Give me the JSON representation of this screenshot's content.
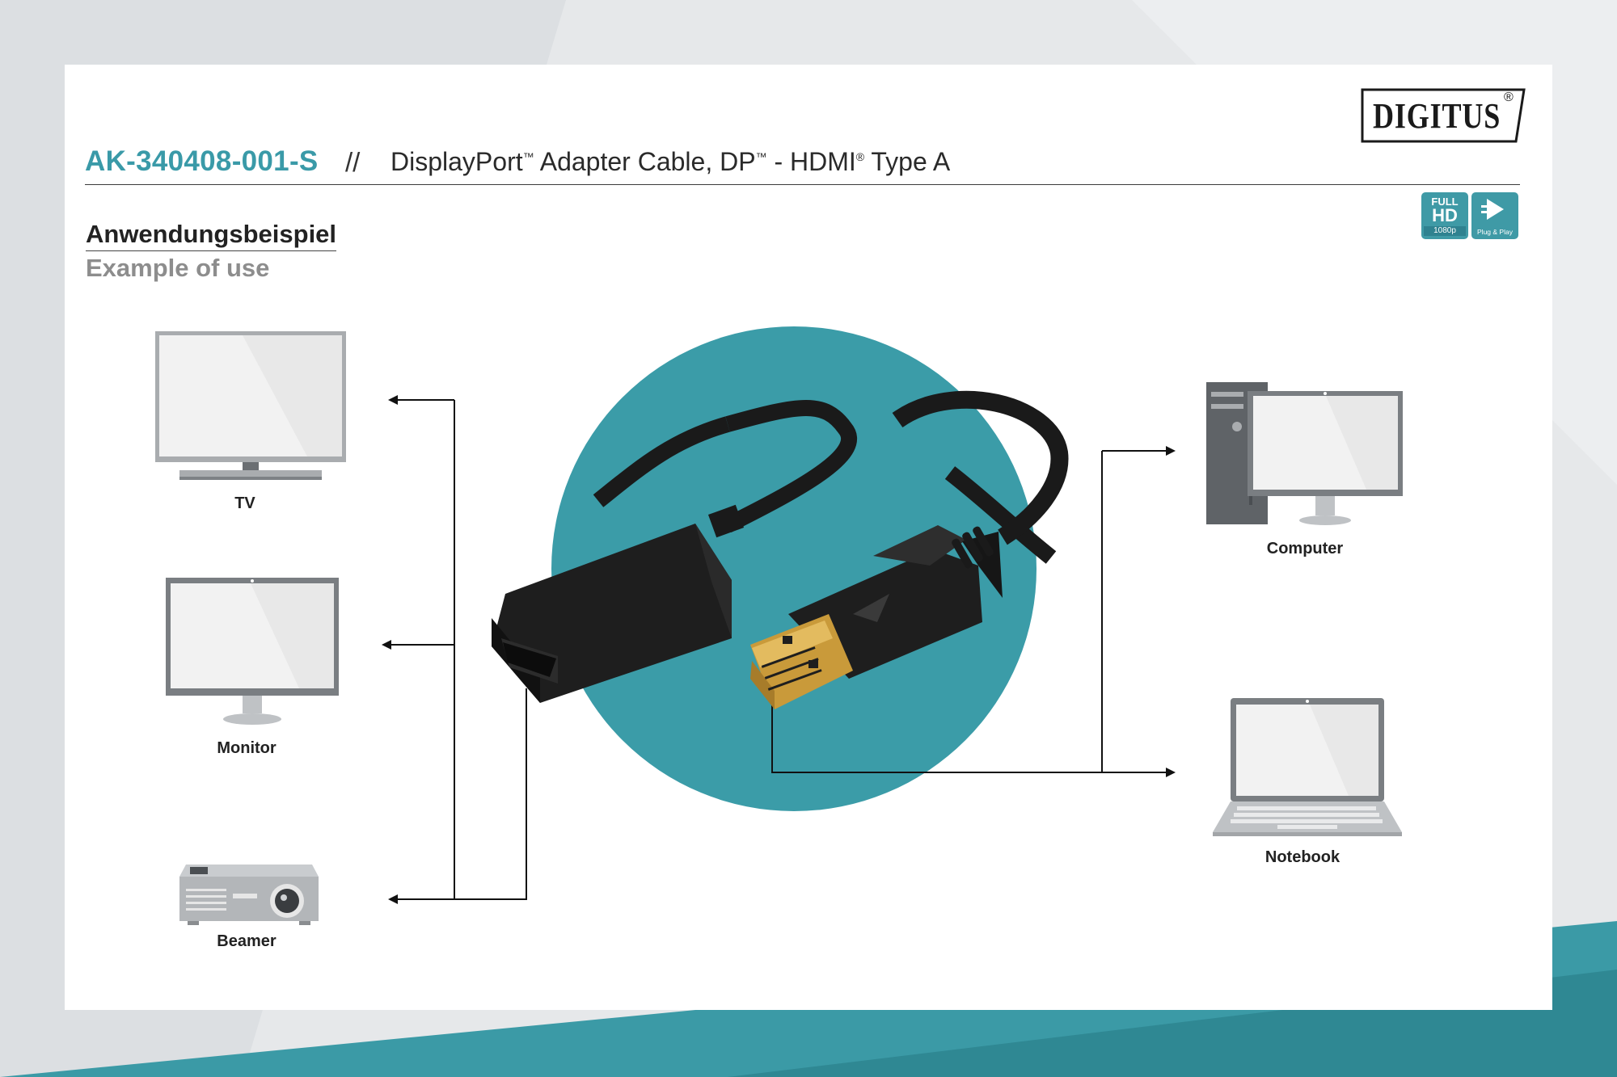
{
  "header": {
    "sku": "AK-340408-001-S",
    "separator": "//",
    "product_part1": "DisplayPort",
    "tm1": "™",
    "product_part2": " Adapter Cable, DP",
    "tm2": "™",
    "product_part3": " - HDMI",
    "reg": "®",
    "product_part4": " Type A"
  },
  "brand": {
    "name": "DIGITUS",
    "reg": "®"
  },
  "badges": {
    "fullhd": {
      "line1": "FULL",
      "line2": "HD",
      "line3": "1080p"
    },
    "plugplay": {
      "label": "Plug & Play"
    }
  },
  "section": {
    "title_de": "Anwendungsbeispiel",
    "title_en": "Example of use"
  },
  "devices": {
    "tv": "TV",
    "monitor": "Monitor",
    "beamer": "Beamer",
    "computer": "Computer",
    "notebook": "Notebook"
  },
  "colors": {
    "accent": "#3a9aa8",
    "teal_circle": "#3b9ca8",
    "device_gray": "#a9acaf"
  }
}
